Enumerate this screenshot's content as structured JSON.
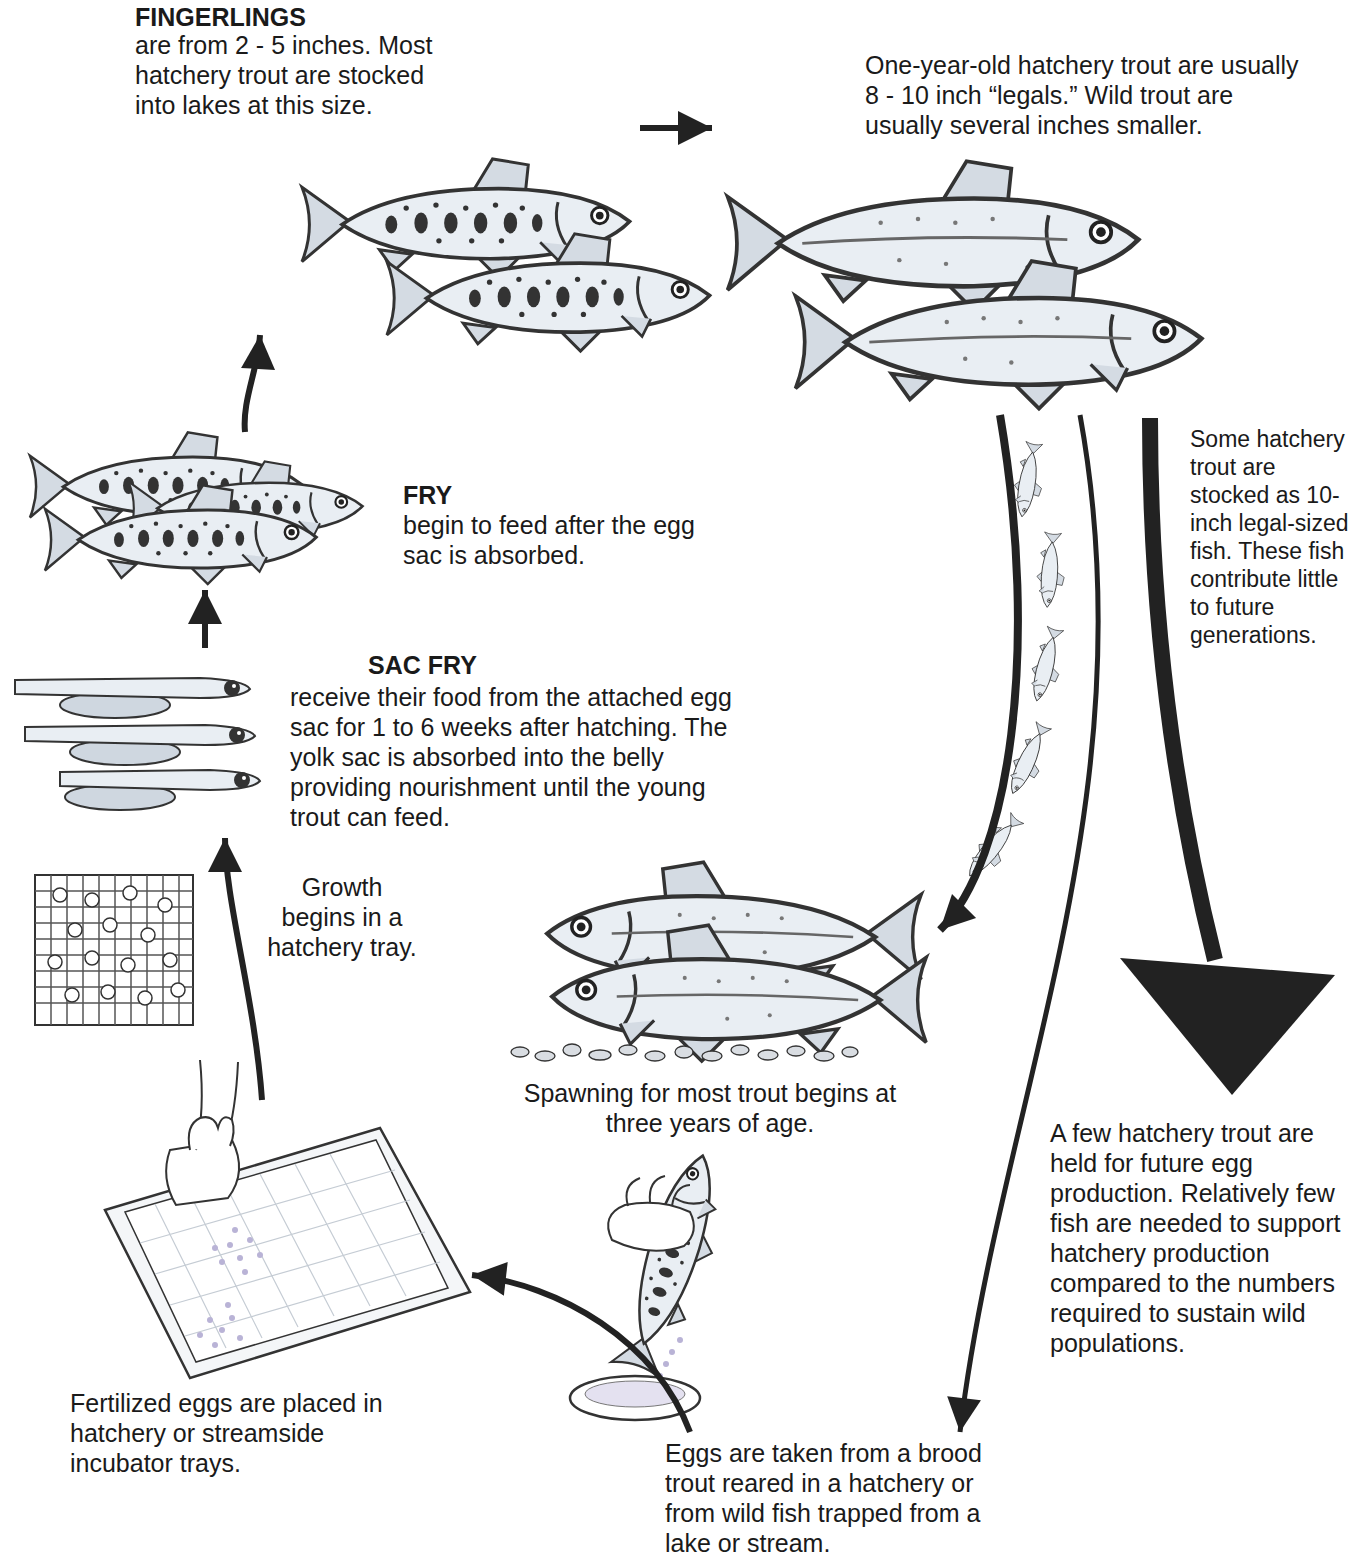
{
  "diagram": {
    "nodes": [
      {
        "text": [
          "FINGERLINGS",
          "are from 2 - 5 inches. Most hatchery trout are stocked into lakes at this size."
        ]
      },
      {
        "text": [
          "One-year-old hatchery trout are usually 8 - 10 inch “legals.” Wild trout are usually several inches smaller."
        ]
      },
      {
        "text": [
          "FRY",
          "begin to feed after the egg sac is absorbed."
        ]
      },
      {
        "text": [
          "SAC FRY",
          "receive their food from the attached egg sac for 1 to 6 weeks after hatching. The yolk sac is absorbed into the belly providing nourishment until the young trout can feed."
        ]
      },
      {
        "text": [
          "Spawning for most trout begins at three years of age."
        ]
      },
      {
        "text": [
          "Fertilized eggs are placed in hatchery or streamside incubator trays."
        ]
      },
      {
        "text": [
          "Eggs are taken from a brood trout reared in a hatchery or from wild fish trapped from a lake or stream."
        ]
      }
    ],
    "edges": [
      {
        "from": 6,
        "to": 5,
        "arrow": "to"
      },
      {
        "from": 5,
        "to": 3,
        "arrow": "to",
        "label": "Growth begins in a hatchery tray."
      },
      {
        "from": 3,
        "to": 2,
        "arrow": "to"
      },
      {
        "from": 2,
        "to": 0,
        "arrow": "to"
      },
      {
        "from": 0,
        "to": 1,
        "arrow": "to"
      },
      {
        "from": 1,
        "to": 4,
        "arrow": "to",
        "label": "Some hatchery trout are stocked as 10-inch legal-sized fish. These fish contribute little to future generations."
      },
      {
        "from": 1,
        "to": 6,
        "arrow": "to",
        "label": "A few hatchery trout are held for future egg production. Relatively few fish are needed to support hatchery production compared to the numbers required to sustain wild populations."
      }
    ]
  }
}
